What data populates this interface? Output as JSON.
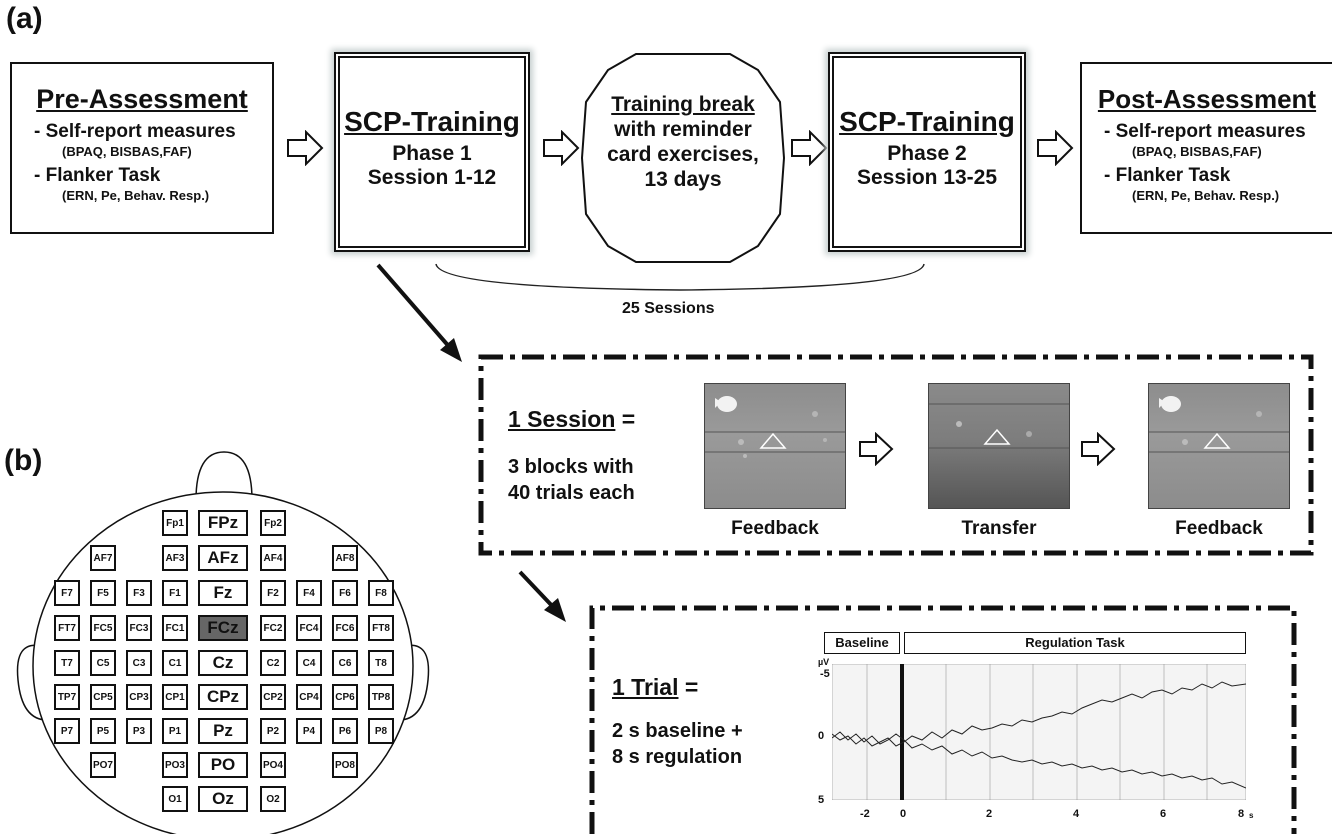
{
  "panel_a": {
    "label": "(a)",
    "pre": {
      "title": "Pre-Assessment",
      "item1": "- Self-report measures",
      "item1_sub": "(BPAQ, BISBAS,FAF)",
      "item2": "- Flanker Task",
      "item2_sub": "(ERN, Pe, Behav. Resp.)"
    },
    "scp1": {
      "title": "SCP-Training",
      "line1": "Phase 1",
      "line2": "Session 1-12"
    },
    "break": {
      "title": "Training break",
      "line1": "with reminder",
      "line2": "card exercises,",
      "line3": "13 days"
    },
    "scp2": {
      "title": "SCP-Training",
      "line1": "Phase 2",
      "line2": "Session 13-25"
    },
    "post": {
      "title": "Post-Assessment",
      "item1": "- Self-report measures",
      "item1_sub": "(BPAQ, BISBAS,FAF)",
      "item2": "- Flanker Task",
      "item2_sub": "(ERN, Pe, Behav. Resp.)"
    },
    "sessions_label": "25 Sessions"
  },
  "session": {
    "title": "1 Session",
    "eq": "=",
    "desc1": "3 blocks with",
    "desc2": "40 trials each",
    "captions": [
      "Feedback",
      "Transfer",
      "Feedback"
    ]
  },
  "trial": {
    "title": "1 Trial",
    "eq": "=",
    "desc1": "2 s baseline +",
    "desc2": "8 s regulation",
    "baseline_label": "Baseline",
    "regulation_label": "Regulation Task",
    "unit_y": "µV",
    "y_ticks": [
      "-5",
      "0",
      "5"
    ],
    "x_ticks": [
      "-2",
      "0",
      "2",
      "4",
      "6",
      "8"
    ],
    "x_unit": "s"
  },
  "panel_b": {
    "label": "(b)",
    "electrodes": [
      "Fp1",
      "FPz",
      "Fp2",
      "AF7",
      "AF3",
      "AFz",
      "AF4",
      "AF8",
      "F7",
      "F5",
      "F3",
      "F1",
      "Fz",
      "F2",
      "F4",
      "F6",
      "F8",
      "FT7",
      "FC5",
      "FC3",
      "FC1",
      "FCz",
      "FC2",
      "FC4",
      "FC6",
      "FT8",
      "T7",
      "C5",
      "C3",
      "C1",
      "Cz",
      "C2",
      "C4",
      "C6",
      "T8",
      "TP7",
      "CP5",
      "CP3",
      "CP1",
      "CPz",
      "CP2",
      "CP4",
      "CP6",
      "TP8",
      "P7",
      "P5",
      "P3",
      "P1",
      "Pz",
      "P2",
      "P4",
      "P6",
      "P8",
      "PO7",
      "PO3",
      "PO",
      "PO4",
      "PO8",
      "O1",
      "Oz",
      "O2"
    ],
    "highlighted": "FCz"
  }
}
